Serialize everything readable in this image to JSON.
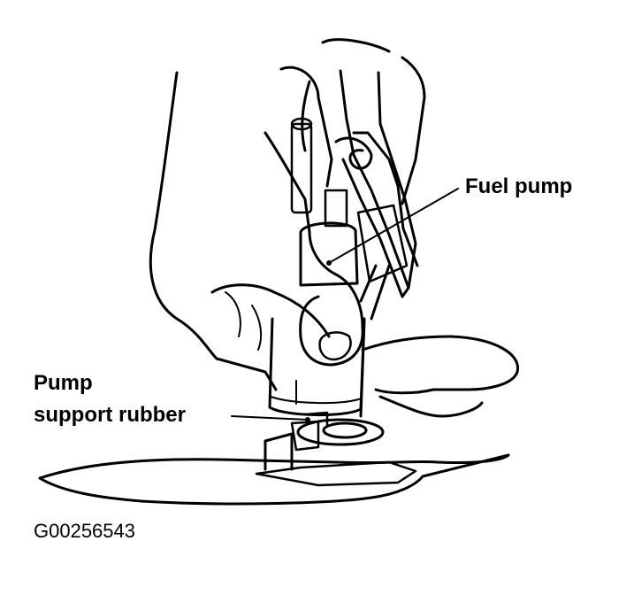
{
  "labels": {
    "fuel_pump": "Fuel pump",
    "pump_support_rubber_line1": "Pump",
    "pump_support_rubber_line2": "support rubber"
  },
  "figure_id": "G00256543",
  "colors": {
    "ink": "#000000",
    "background": "#ffffff"
  }
}
